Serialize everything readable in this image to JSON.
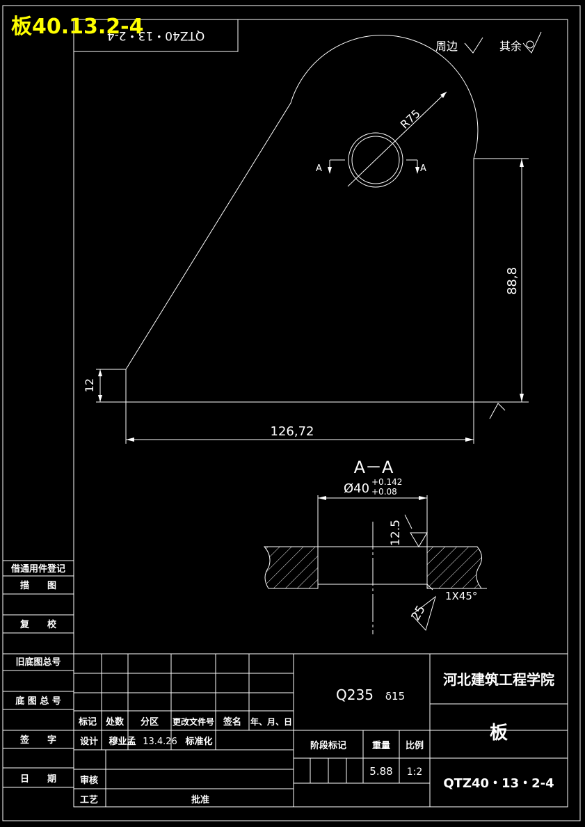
{
  "watermark": {
    "text": "板40.13.2-4",
    "color": "#ffff00"
  },
  "top_label": "QTZ40・13・2-4",
  "roughness": {
    "surround": "周边",
    "rest": "其余"
  },
  "dims": {
    "radius": "R75",
    "height": "88,8",
    "small_height": "12",
    "width": "126,72",
    "section": "A－A",
    "diameter": "Ø40",
    "tol_upper": "+0.142",
    "tol_lower": "+0.08",
    "rough1": "12.5",
    "rough2": "25",
    "chamfer": "1X45°",
    "section_mark": "A"
  },
  "left_table": [
    "借通用件登记",
    "描　　图",
    "复　　校",
    "旧底图总号",
    "底 图 总 号",
    "签　　字",
    "日　　期"
  ],
  "revision": {
    "headers": [
      "标记",
      "处数",
      "分区",
      "更改文件号",
      "签名",
      "年、月、日"
    ],
    "design": "设计",
    "designer": "穆业孟",
    "date": "13.4.26",
    "standard": "标准化",
    "review": "审核",
    "process": "工艺",
    "approve": "批准"
  },
  "material": {
    "name": "Q235",
    "thickness": "δ15"
  },
  "stage": {
    "label": "阶段标记",
    "weight_label": "重量",
    "scale_label": "比例",
    "weight": "5.88",
    "scale": "1:2"
  },
  "institution": "河北建筑工程学院",
  "part_name": "板",
  "drawing_no": "QTZ40・13・2-4"
}
